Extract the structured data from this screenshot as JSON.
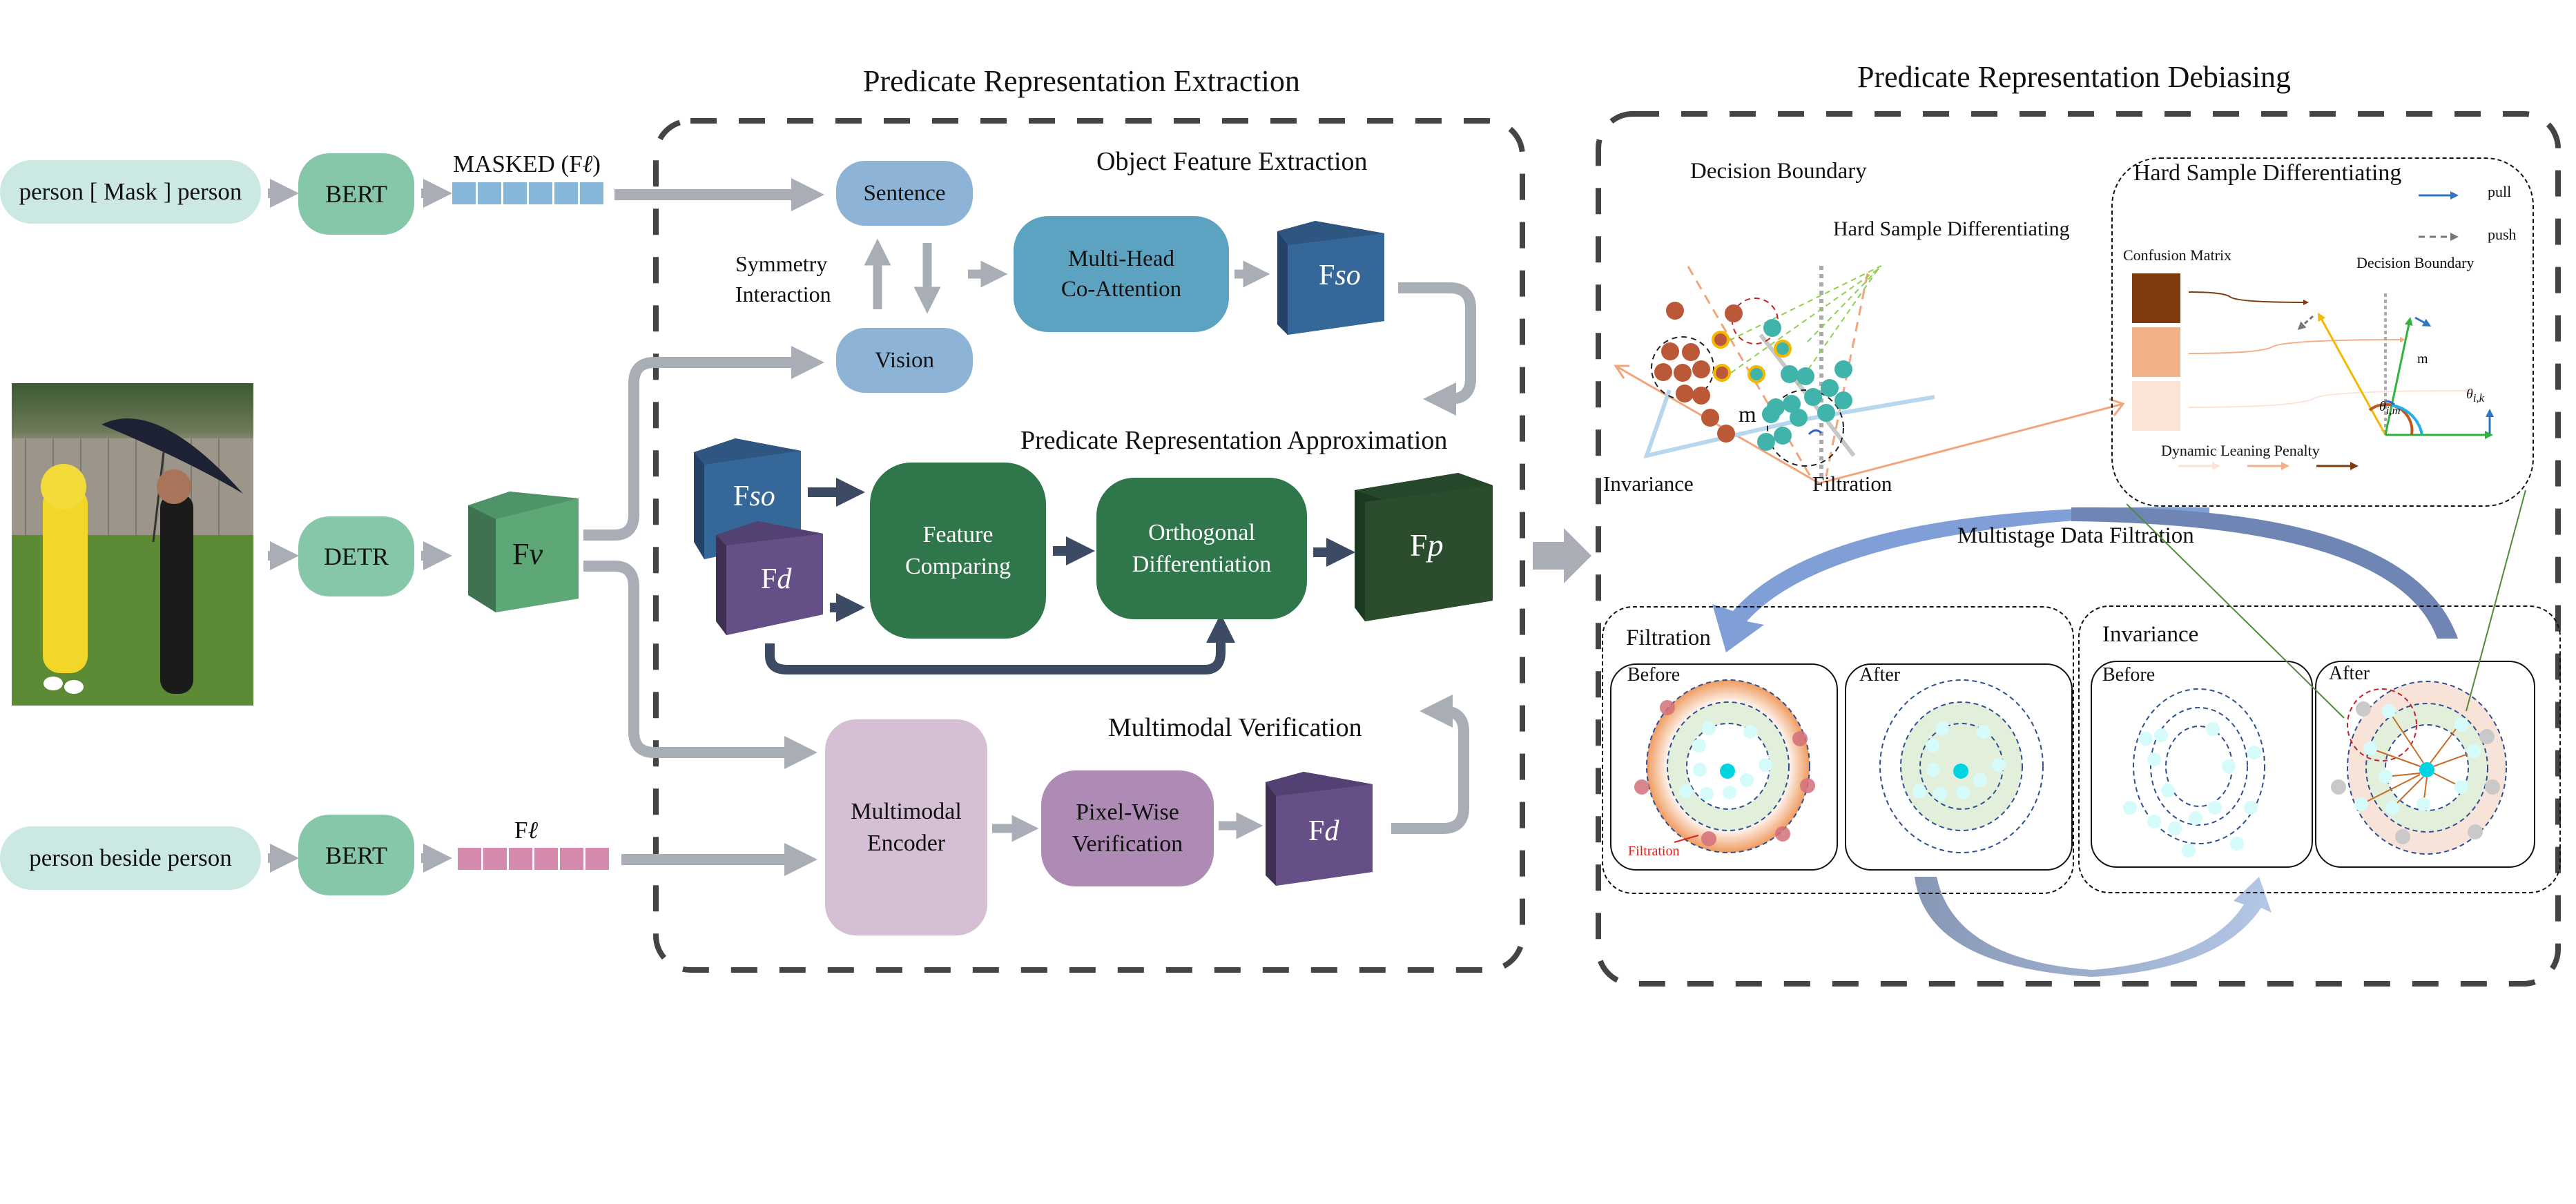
{
  "titles": {
    "extraction": "Predicate Representation Extraction",
    "debiasing": "Predicate Representation Debiasing"
  },
  "inputs": {
    "masked_sentence": "person [ Mask ] person",
    "sentence": "person beside person",
    "bert_label": "BERT",
    "detr_label": "DETR",
    "masked_feature_label": "MASKED (F",
    "masked_feature_sub": "ℓ",
    "masked_feature_close": ")",
    "text_feature_label": "F",
    "text_feature_sub": "ℓ",
    "visual_feature_label": "F",
    "visual_feature_sub": "v",
    "image_alt": "Two people standing on grass, one in a yellow costume, one holding a black umbrella"
  },
  "object_feature_extraction": {
    "title": "Object Feature Extraction",
    "sentence": "Sentence",
    "vision": "Vision",
    "symmetry_line1": "Symmetry",
    "symmetry_line2": "Interaction",
    "coattn_line1": "Multi-Head",
    "coattn_line2": "Co-Attention",
    "output_main": "F",
    "output_sub": "so"
  },
  "approximation": {
    "title": "Predicate Representation Approximation",
    "fso_main": "F",
    "fso_sub": "so",
    "fd_main": "F",
    "fd_sub": "d",
    "comparing_line1": "Feature",
    "comparing_line2": "Comparing",
    "orth_line1": "Orthogonal",
    "orth_line2": "Differentiation",
    "output_main": "F",
    "output_sub": "p"
  },
  "verification": {
    "title": "Multimodal Verification",
    "encoder_line1": "Multimodal",
    "encoder_line2": "Encoder",
    "pixel_line1": "Pixel-Wise",
    "pixel_line2": "Verification",
    "output_main": "F",
    "output_sub": "d"
  },
  "decision_panel": {
    "title": "Decision Boundary",
    "hard_label": "Hard Sample Differentiating",
    "invariance": "Invariance",
    "filtration": "Filtration",
    "margin": "m"
  },
  "hard_sample_panel": {
    "title": "Hard Sample Differentiating",
    "legend_pull": "pull",
    "legend_push": "push",
    "confusion": "Confusion Matrix",
    "boundary": "Decision Boundary",
    "margin": "m",
    "theta_m": "θ",
    "theta_m_sub": "i,m",
    "theta_k": "θ",
    "theta_k_sub": "i,k",
    "penalty": "Dynamic Leaning Penalty",
    "confusion_colors": [
      "#7f3b0e",
      "#f2b088",
      "#fae4d8"
    ]
  },
  "multistage": {
    "title": "Multistage Data Filtration",
    "filtration_group": "Filtration",
    "invariance_group": "Invariance",
    "before": "Before",
    "after": "After",
    "filtration_tag": "Filtration"
  },
  "colors": {
    "teal_pill": "#cce8e2",
    "bert_green": "#86c7a9",
    "ofe_bg": "#d4ebec",
    "pra_bg": "#d0e6cc",
    "mv_bg": "#d7dae6",
    "blue_node": "#8db3d6",
    "coattn": "#5ba3c1",
    "dark_green": "#2f774a",
    "fso_blue": "#366799",
    "fd_purple": "#664f87",
    "fp_green": "#2b4d2d",
    "fv_green": "#5ea878",
    "arrow_grey": "#a9adb5",
    "dash_dark": "#444444"
  }
}
